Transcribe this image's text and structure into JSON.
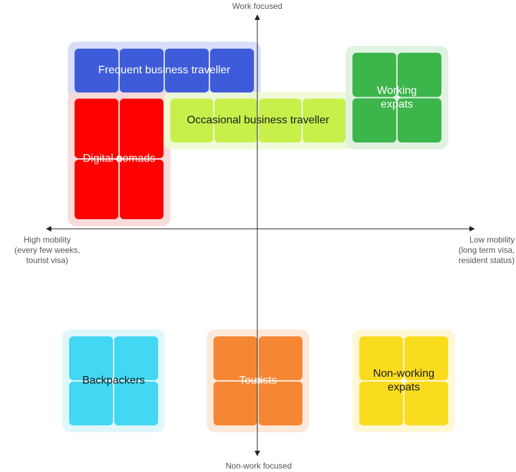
{
  "axes": {
    "top": "Work focused",
    "bottom": "Non-work focused",
    "left": "High mobility\n(every few weeks,\ntourist visa)",
    "right": "Low mobility\n(long term visa,\nresident status)"
  },
  "groups": [
    {
      "id": "frequent-business-traveller",
      "label": "Frequent business traveller",
      "color": "#3E5BD9",
      "halo": "#D4DAF6",
      "text_color": "#ffffff"
    },
    {
      "id": "digital-nomads",
      "label": "Digital nomads",
      "color": "#FF0000",
      "halo": "#F8D7D7",
      "text_color": "#ffffff"
    },
    {
      "id": "occasional-business-traveller",
      "label": "Occasional business traveller",
      "color": "#C7F04A",
      "halo": "#EEF9D4",
      "text_color": "#1a1a1a"
    },
    {
      "id": "working-expats",
      "label": "Working\nexpats",
      "color": "#3CB54A",
      "halo": "#DDF1DE",
      "text_color": "#ffffff"
    },
    {
      "id": "backpackers",
      "label": "Backpackers",
      "color": "#42D7F2",
      "halo": "#DCF6FB",
      "text_color": "#1a1a1a"
    },
    {
      "id": "tourists",
      "label": "Tourists",
      "color": "#F58634",
      "halo": "#FDE7D6",
      "text_color": "#ffffff"
    },
    {
      "id": "non-working-expats",
      "label": "Non-working\nexpats",
      "color": "#FADC1E",
      "halo": "#FEF7D2",
      "text_color": "#1a1a1a"
    }
  ]
}
